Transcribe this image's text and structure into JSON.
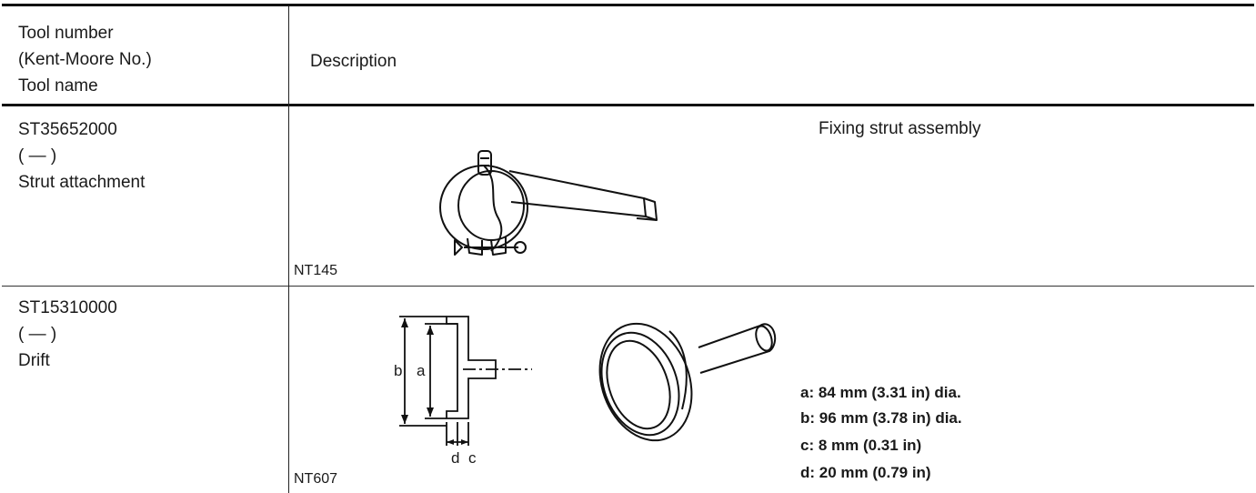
{
  "header": {
    "tool_col_lines": [
      "Tool number",
      "(Kent-Moore No.)",
      "Tool name"
    ],
    "description_label": "Description"
  },
  "rows": [
    {
      "tool_number": "ST35652000",
      "kent_moore": "(    —    )",
      "tool_name": "Strut attachment",
      "description": "Fixing strut assembly",
      "figure_code": "NT145",
      "illustration_icon": "strut-attachment-clamp-icon"
    },
    {
      "tool_number": "ST15310000",
      "kent_moore": "(    —    )",
      "tool_name": "Drift",
      "figure_code": "NT607",
      "dimension_labels": {
        "a": "a",
        "b": "b",
        "c": "c",
        "d": "d"
      },
      "specs": [
        "a: 84 mm (3.31 in) dia.",
        "b: 96 mm (3.78 in) dia.",
        "c: 8 mm (0.31 in)",
        "d: 20 mm (0.79 in)"
      ],
      "illustration_icons": [
        "drift-cross-section-icon",
        "drift-isometric-icon"
      ]
    }
  ]
}
